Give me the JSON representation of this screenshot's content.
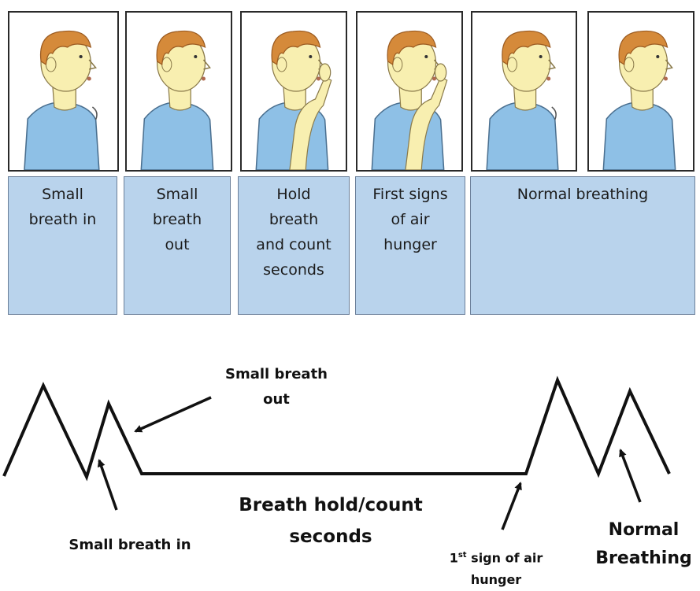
{
  "panels": [
    {
      "pose": "breath-in"
    },
    {
      "pose": "breath-out"
    },
    {
      "pose": "hold-nose"
    },
    {
      "pose": "hold-nose"
    },
    {
      "pose": "breath-in"
    },
    {
      "pose": "breath-out"
    }
  ],
  "captions": [
    {
      "lines": [
        "Small",
        "breath in"
      ]
    },
    {
      "lines": [
        "Small",
        "breath",
        "out"
      ]
    },
    {
      "lines": [
        "Hold",
        "breath",
        "and count",
        "seconds"
      ]
    },
    {
      "lines": [
        "First signs",
        "of air",
        "hunger"
      ]
    },
    {
      "lines": [
        "Normal breathing"
      ]
    }
  ],
  "diagram": {
    "labels": {
      "small_breath_out_line1": "Small breath",
      "small_breath_out_line2": "out",
      "small_breath_in": "Small breath in",
      "breath_hold_line1": "Breath hold/count",
      "breath_hold_line2": "seconds",
      "air_hunger_prefix": "1",
      "air_hunger_sup": "st",
      "air_hunger_rest": " sign of air",
      "air_hunger_line2": "hunger",
      "normal_line1": "Normal",
      "normal_line2": "Breathing"
    }
  },
  "colors": {
    "caption_fill": "#b9d3ec",
    "skin": "#f8efb0",
    "hair": "#d58a3a",
    "shirt": "#8ec0e6",
    "line": "#111111"
  }
}
